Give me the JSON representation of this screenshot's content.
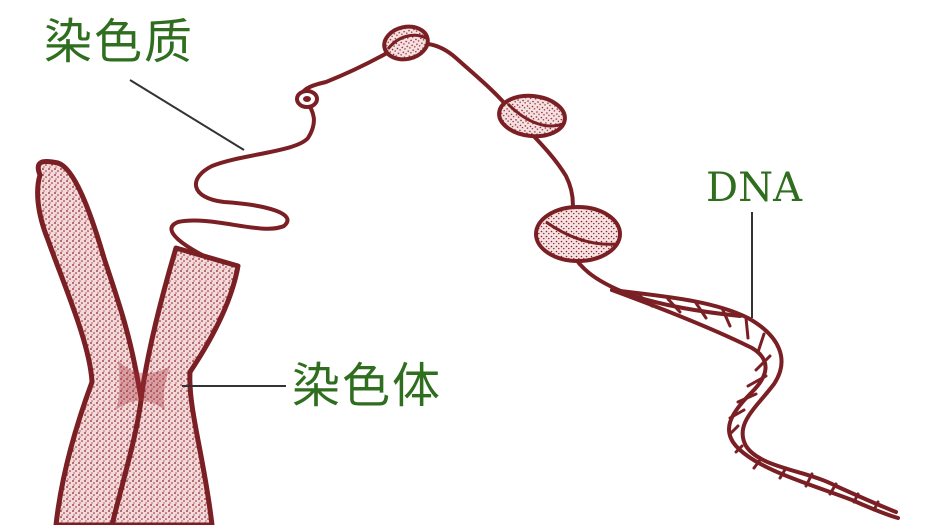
{
  "labels": {
    "chromatin": "染色质",
    "chromosome": "染色体",
    "dna": "DNA"
  },
  "colors": {
    "label": "#2f6e1e",
    "stroke": "#7a1f24",
    "fill": "#a8323a",
    "leader": "#333333",
    "background": "#ffffff"
  }
}
